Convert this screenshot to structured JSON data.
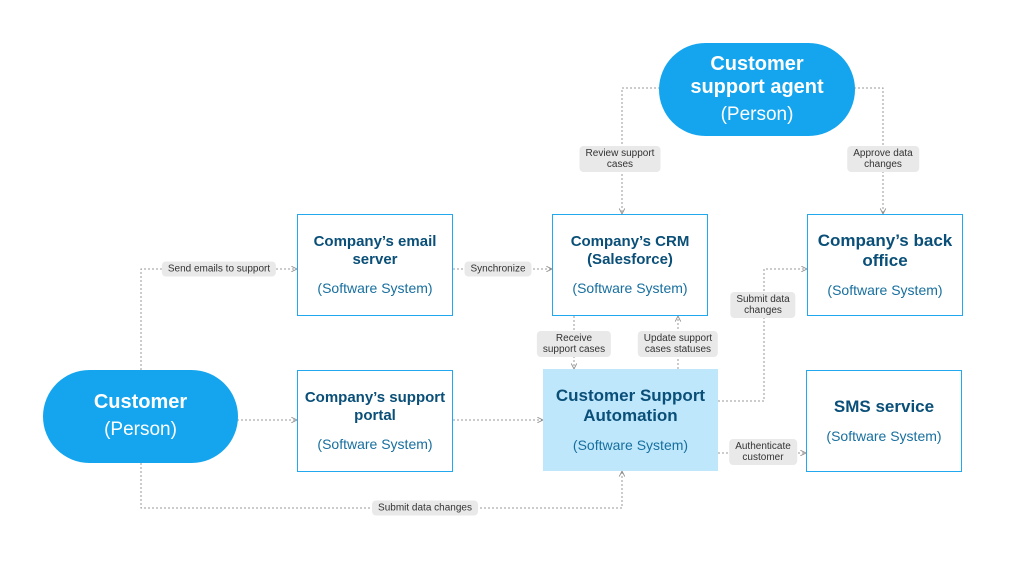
{
  "people": {
    "agent": {
      "name_lines": [
        "Customer",
        "support agent"
      ],
      "type": "(Person)"
    },
    "customer": {
      "name": "Customer",
      "type": "(Person)"
    }
  },
  "systems": {
    "email": {
      "name_lines": [
        "Company’s email",
        "server"
      ],
      "type": "(Software System)"
    },
    "crm": {
      "name_lines": [
        "Company’s CRM",
        "(Salesforce)"
      ],
      "type": "(Software System)"
    },
    "backoffice": {
      "name_lines": [
        "Company’s back",
        "office"
      ],
      "type": "(Software System)"
    },
    "portal": {
      "name_lines": [
        "Company’s support",
        "portal"
      ],
      "type": "(Software System)"
    },
    "automation": {
      "name_lines": [
        "Customer Support",
        "Automation"
      ],
      "type": "(Software System)"
    },
    "sms": {
      "name": "SMS service",
      "type": "(Software System)"
    }
  },
  "relations": {
    "review": [
      "Review support",
      "cases"
    ],
    "approve": [
      "Approve data",
      "changes"
    ],
    "send_emails": "Send emails to support",
    "synchronize": "Synchronize",
    "submit_backoffice": [
      "Submit data",
      "changes"
    ],
    "receive": [
      "Receive",
      "support cases"
    ],
    "update": [
      "Update support",
      "cases statuses"
    ],
    "authenticate": [
      "Authenticate",
      "customer"
    ],
    "submit_changes": "Submit data changes"
  },
  "colors": {
    "person": "#14a5ee",
    "system_border": "#21a8ee",
    "focus_system": "#bfe7fb",
    "connector": "#9a9a9a",
    "label_bg": "#e9e9e9"
  }
}
